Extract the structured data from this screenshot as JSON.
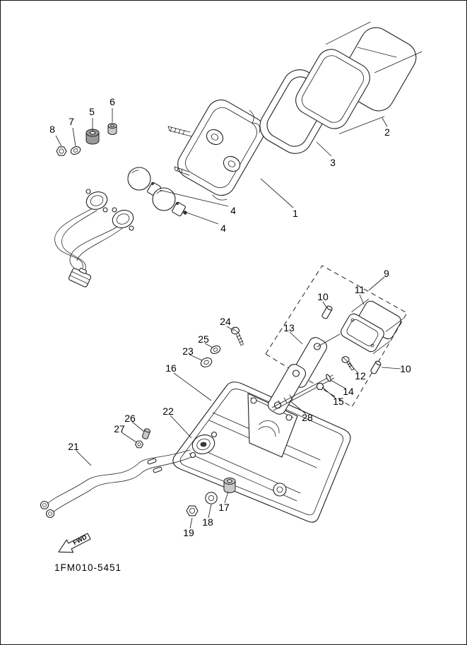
{
  "diagram": {
    "code": "1FM010-5451",
    "fwd_label": "FWD",
    "line_color": "#1f1f1f",
    "bg_color": "#ffffff"
  },
  "callouts": [
    {
      "n": "8"
    },
    {
      "n": "7"
    },
    {
      "n": "5"
    },
    {
      "n": "6"
    },
    {
      "n": "2"
    },
    {
      "n": "3"
    },
    {
      "n": "1"
    },
    {
      "n": "4"
    },
    {
      "n": "4"
    },
    {
      "n": "9"
    },
    {
      "n": "10"
    },
    {
      "n": "11"
    },
    {
      "n": "13"
    },
    {
      "n": "24"
    },
    {
      "n": "25"
    },
    {
      "n": "23"
    },
    {
      "n": "16"
    },
    {
      "n": "12"
    },
    {
      "n": "10"
    },
    {
      "n": "14"
    },
    {
      "n": "15"
    },
    {
      "n": "28"
    },
    {
      "n": "26"
    },
    {
      "n": "27"
    },
    {
      "n": "22"
    },
    {
      "n": "21"
    },
    {
      "n": "17"
    },
    {
      "n": "18"
    },
    {
      "n": "19"
    }
  ]
}
